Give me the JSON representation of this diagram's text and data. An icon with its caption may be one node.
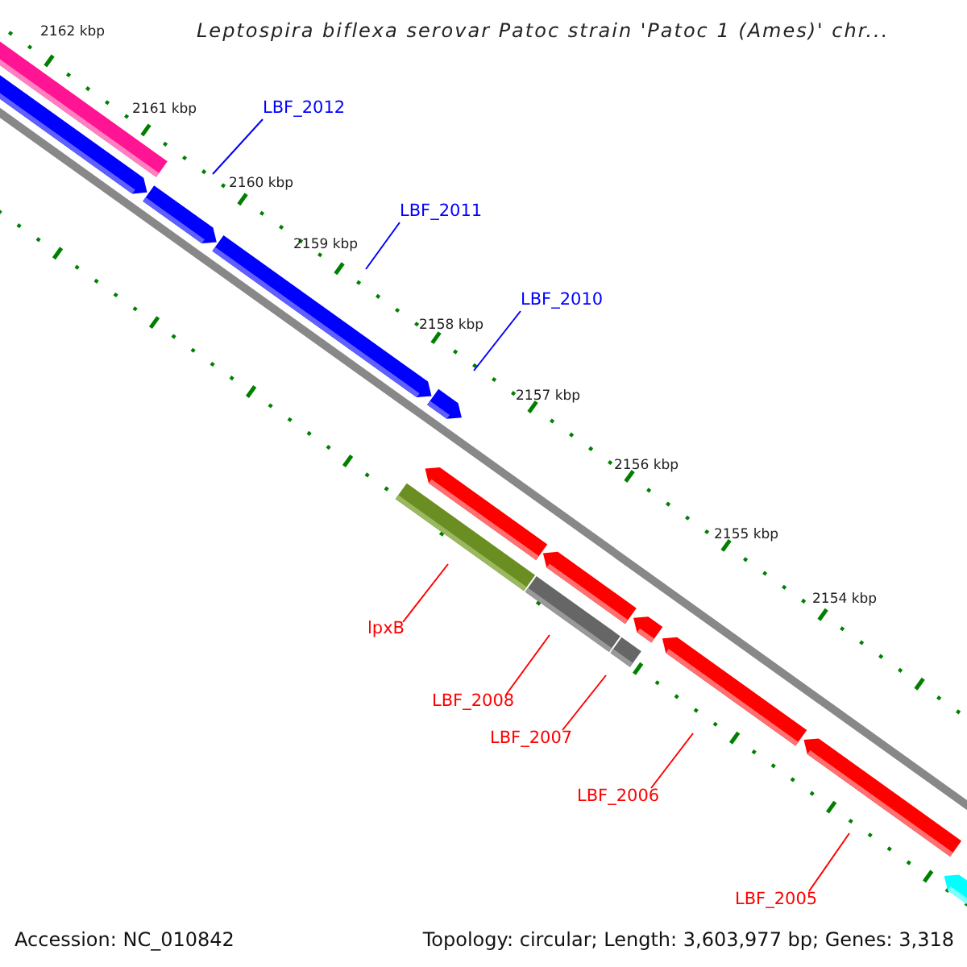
{
  "diagram": {
    "title": "Leptospira biflexa serovar Patoc strain 'Patoc 1 (Ames)' chr...",
    "nodes": [
      {
        "text": [
          "LBF_2012"
        ]
      },
      {
        "text": [
          "LBF_2011"
        ]
      },
      {
        "text": [
          "LBF_2010"
        ]
      },
      {
        "text": [
          "lpxB"
        ]
      },
      {
        "text": [
          "LBF_2008"
        ]
      },
      {
        "text": [
          "LBF_2007"
        ]
      },
      {
        "text": [
          "LBF_2006"
        ]
      },
      {
        "text": [
          "LBF_2005"
        ]
      }
    ],
    "edges": [
      {
        "from": 0,
        "to": null,
        "arrow": "none",
        "color": "#0000ff"
      },
      {
        "from": 1,
        "to": null,
        "arrow": "none",
        "color": "#0000ff"
      },
      {
        "from": 2,
        "to": null,
        "arrow": "none",
        "color": "#0000ff"
      },
      {
        "from": 3,
        "to": null,
        "arrow": "none"
      },
      {
        "from": 4,
        "to": null,
        "arrow": "none"
      },
      {
        "from": 5,
        "to": null,
        "arrow": "none"
      },
      {
        "from": 6,
        "to": null,
        "arrow": "none"
      },
      {
        "from": 7,
        "to": null,
        "arrow": "none"
      }
    ],
    "labels": [
      "2162 kbp",
      "2161 kbp",
      "2160 kbp",
      "2159 kbp",
      "2158 kbp",
      "2157 kbp",
      "2156 kbp",
      "2155 kbp",
      "2154 kbp",
      "Accession: NC_010842",
      "Topology: circular; Length: 3,603,977 bp; Genes: 3,318"
    ]
  }
}
